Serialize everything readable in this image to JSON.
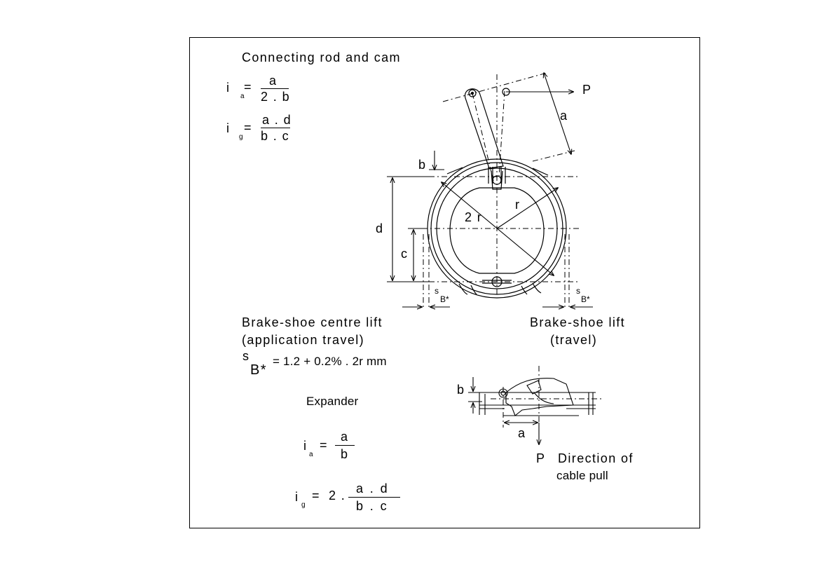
{
  "rod_cam": {
    "title": "Connecting rod and cam",
    "ia": {
      "i": "i",
      "sub": "a",
      "eq": "=",
      "num": "a",
      "den": "2 . b"
    },
    "ig": {
      "i": "i",
      "sub": "g",
      "eq": "=",
      "num": "a . d",
      "den": "b . c"
    }
  },
  "labels": {
    "P_top": "P",
    "a_top": "a",
    "b_top": "b",
    "r": "r",
    "two_r": "2 r",
    "d": "d",
    "c": "c",
    "sB_left": {
      "s": "s",
      "sub": "B*"
    },
    "sB_right": {
      "s": "s",
      "sub": "B*"
    }
  },
  "centre_lift": {
    "line1": "Brake-shoe centre lift",
    "line2": "(application travel)",
    "formula": {
      "s": "s",
      "sub": "B*",
      "rest": "= 1.2 + 0.2% . 2r mm"
    }
  },
  "shoe_lift": {
    "line1": "Brake-shoe lift",
    "line2": "(travel)"
  },
  "expander": {
    "title": "Expander",
    "ia": {
      "i": "i",
      "sub": "a",
      "eq": "=",
      "num": "a",
      "den": "b"
    },
    "ig": {
      "i": "i",
      "sub": "g",
      "eq": "=",
      "coef": "2 .",
      "num": "a . d",
      "den": "b . c"
    }
  },
  "expander_labels": {
    "b": "b",
    "a": "a",
    "P": "P",
    "pull_line1": "Direction of",
    "pull_line2": "cable pull"
  }
}
